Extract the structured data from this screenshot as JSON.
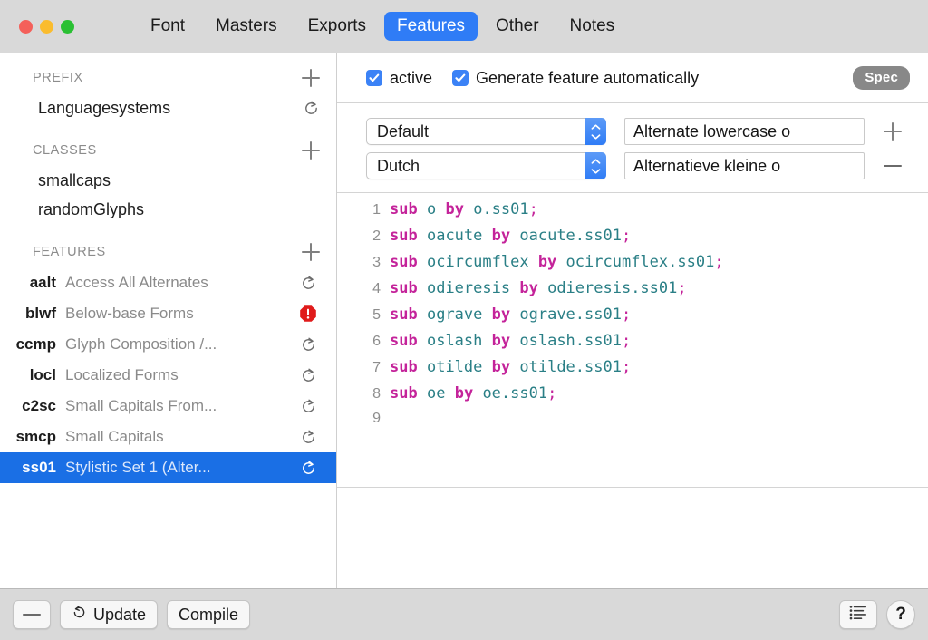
{
  "window": {
    "traffic_lights": [
      {
        "name": "close",
        "color": "#f4605a"
      },
      {
        "name": "minimize",
        "color": "#fabc2e"
      },
      {
        "name": "zoom",
        "color": "#2ac033"
      }
    ],
    "tabs": [
      {
        "label": "Font",
        "active": false
      },
      {
        "label": "Masters",
        "active": false
      },
      {
        "label": "Exports",
        "active": false
      },
      {
        "label": "Features",
        "active": true
      },
      {
        "label": "Other",
        "active": false
      },
      {
        "label": "Notes",
        "active": false
      }
    ],
    "accent_color": "#2f7cf6"
  },
  "sidebar": {
    "sections": [
      {
        "title": "PREFIX",
        "add_icon": "plus-icon",
        "items": [
          {
            "label": "Languagesystems",
            "trailing": "refresh-icon"
          }
        ]
      },
      {
        "title": "CLASSES",
        "add_icon": "plus-icon",
        "items": [
          {
            "label": "smallcaps",
            "trailing": ""
          },
          {
            "label": "randomGlyphs",
            "trailing": ""
          }
        ]
      }
    ],
    "features_section": {
      "title": "FEATURES",
      "add_icon": "plus-icon",
      "rows": [
        {
          "tag": "aalt",
          "desc": "Access All Alternates",
          "trailing": "refresh-icon",
          "selected": false
        },
        {
          "tag": "blwf",
          "desc": "Below-base Forms",
          "trailing": "error-icon",
          "selected": false
        },
        {
          "tag": "ccmp",
          "desc": "Glyph Composition /...",
          "trailing": "refresh-icon",
          "selected": false
        },
        {
          "tag": "locl",
          "desc": "Localized Forms",
          "trailing": "refresh-icon",
          "selected": false
        },
        {
          "tag": "c2sc",
          "desc": "Small Capitals From...",
          "trailing": "refresh-icon",
          "selected": false
        },
        {
          "tag": "smcp",
          "desc": "Small Capitals",
          "trailing": "refresh-icon",
          "selected": false
        },
        {
          "tag": "ss01",
          "desc": "Stylistic Set 1 (Alter...",
          "trailing": "refresh-icon",
          "selected": true
        }
      ],
      "selection_color": "#1a6fe5"
    }
  },
  "main": {
    "options": {
      "active_checkbox": {
        "label": "active",
        "checked": true
      },
      "generate_checkbox": {
        "label": "Generate feature automatically",
        "checked": true
      },
      "spec_badge": "Spec"
    },
    "label_rows": [
      {
        "language_value": "Default",
        "name_value": "Alternate lowercase o",
        "adjust_icon": "plus-icon"
      },
      {
        "language_value": "Dutch",
        "name_value": "Alternatieve kleine o",
        "adjust_icon": "minus-icon"
      }
    ],
    "editor": {
      "keyword_color": "#c4239a",
      "glyph_color": "#2a7f86",
      "lines": [
        {
          "n": "1",
          "tokens": [
            {
              "t": "sub",
              "c": "kw"
            },
            {
              "t": " ",
              "c": ""
            },
            {
              "t": "o",
              "c": "gly"
            },
            {
              "t": " ",
              "c": ""
            },
            {
              "t": "by",
              "c": "kw"
            },
            {
              "t": " ",
              "c": ""
            },
            {
              "t": "o.ss01",
              "c": "gly"
            },
            {
              "t": ";",
              "c": "punc"
            }
          ]
        },
        {
          "n": "2",
          "tokens": [
            {
              "t": "sub",
              "c": "kw"
            },
            {
              "t": " ",
              "c": ""
            },
            {
              "t": "oacute",
              "c": "gly"
            },
            {
              "t": " ",
              "c": ""
            },
            {
              "t": "by",
              "c": "kw"
            },
            {
              "t": " ",
              "c": ""
            },
            {
              "t": "oacute.ss01",
              "c": "gly"
            },
            {
              "t": ";",
              "c": "punc"
            }
          ]
        },
        {
          "n": "3",
          "tokens": [
            {
              "t": "sub",
              "c": "kw"
            },
            {
              "t": " ",
              "c": ""
            },
            {
              "t": "ocircumflex",
              "c": "gly"
            },
            {
              "t": " ",
              "c": ""
            },
            {
              "t": "by",
              "c": "kw"
            },
            {
              "t": " ",
              "c": ""
            },
            {
              "t": "ocircumflex.ss01",
              "c": "gly"
            },
            {
              "t": ";",
              "c": "punc"
            }
          ]
        },
        {
          "n": "4",
          "tokens": [
            {
              "t": "sub",
              "c": "kw"
            },
            {
              "t": " ",
              "c": ""
            },
            {
              "t": "odieresis",
              "c": "gly"
            },
            {
              "t": " ",
              "c": ""
            },
            {
              "t": "by",
              "c": "kw"
            },
            {
              "t": " ",
              "c": ""
            },
            {
              "t": "odieresis.ss01",
              "c": "gly"
            },
            {
              "t": ";",
              "c": "punc"
            }
          ]
        },
        {
          "n": "5",
          "tokens": [
            {
              "t": "sub",
              "c": "kw"
            },
            {
              "t": " ",
              "c": ""
            },
            {
              "t": "ograve",
              "c": "gly"
            },
            {
              "t": " ",
              "c": ""
            },
            {
              "t": "by",
              "c": "kw"
            },
            {
              "t": " ",
              "c": ""
            },
            {
              "t": "ograve.ss01",
              "c": "gly"
            },
            {
              "t": ";",
              "c": "punc"
            }
          ]
        },
        {
          "n": "6",
          "tokens": [
            {
              "t": "sub",
              "c": "kw"
            },
            {
              "t": " ",
              "c": ""
            },
            {
              "t": "oslash",
              "c": "gly"
            },
            {
              "t": " ",
              "c": ""
            },
            {
              "t": "by",
              "c": "kw"
            },
            {
              "t": " ",
              "c": ""
            },
            {
              "t": "oslash.ss01",
              "c": "gly"
            },
            {
              "t": ";",
              "c": "punc"
            }
          ]
        },
        {
          "n": "7",
          "tokens": [
            {
              "t": "sub",
              "c": "kw"
            },
            {
              "t": " ",
              "c": ""
            },
            {
              "t": "otilde",
              "c": "gly"
            },
            {
              "t": " ",
              "c": ""
            },
            {
              "t": "by",
              "c": "kw"
            },
            {
              "t": " ",
              "c": ""
            },
            {
              "t": "otilde.ss01",
              "c": "gly"
            },
            {
              "t": ";",
              "c": "punc"
            }
          ]
        },
        {
          "n": "8",
          "tokens": [
            {
              "t": "sub",
              "c": "kw"
            },
            {
              "t": " ",
              "c": ""
            },
            {
              "t": "oe",
              "c": "gly"
            },
            {
              "t": " ",
              "c": ""
            },
            {
              "t": "by",
              "c": "kw"
            },
            {
              "t": " ",
              "c": ""
            },
            {
              "t": "oe.ss01",
              "c": "gly"
            },
            {
              "t": ";",
              "c": "punc"
            }
          ]
        },
        {
          "n": "9",
          "tokens": []
        }
      ]
    }
  },
  "toolbar": {
    "remove_icon": "minus-icon",
    "update_label": "Update",
    "update_icon": "refresh-icon",
    "compile_label": "Compile",
    "list_icon": "list-icon",
    "help_label": "?"
  }
}
